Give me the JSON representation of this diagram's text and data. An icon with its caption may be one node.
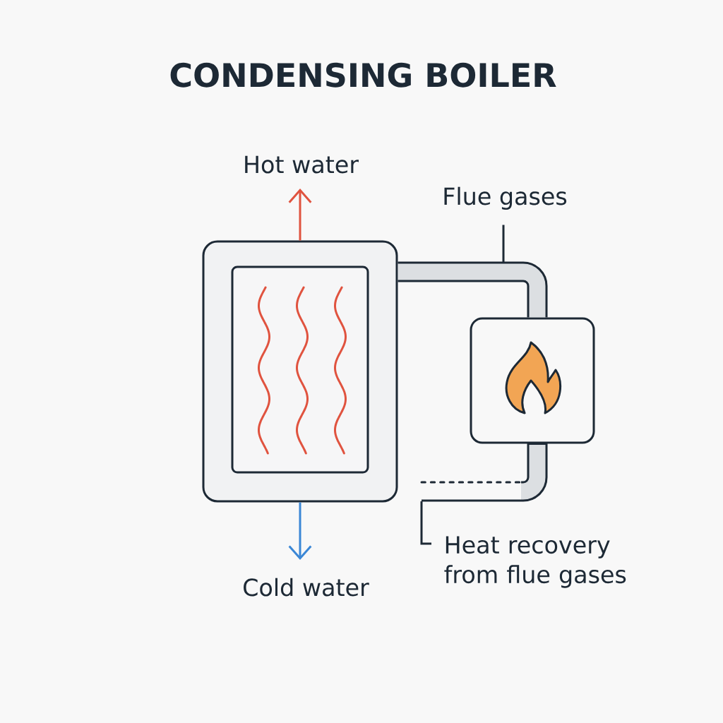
{
  "diagram": {
    "title": "CONDENSING BOILER",
    "nodes": [
      {
        "text": [
          "Hot water"
        ]
      },
      {
        "text": [
          "Flue gases"
        ]
      },
      {
        "text": [],
        "shape": "box"
      },
      {
        "text": [],
        "shape": "box",
        "in": 2
      },
      {
        "text": [],
        "shape": "box"
      },
      {
        "text": [
          "Cold water"
        ]
      },
      {
        "text": [
          "Heat recovery from flue gases"
        ]
      }
    ],
    "edges": [
      {
        "from": 2,
        "to": 0,
        "arrow": "to",
        "color": "#e0533f"
      },
      {
        "from": 2,
        "to": 5,
        "arrow": "to",
        "color": "#3b87d6"
      },
      {
        "from": 2,
        "to": 4,
        "arrow": "none",
        "style": "thick"
      },
      {
        "from": 4,
        "to": null,
        "arrow": "none",
        "style": "thick"
      },
      {
        "from": 1,
        "to": null,
        "arrow": "none"
      },
      {
        "from": 6,
        "to": null,
        "arrow": "none"
      }
    ]
  }
}
